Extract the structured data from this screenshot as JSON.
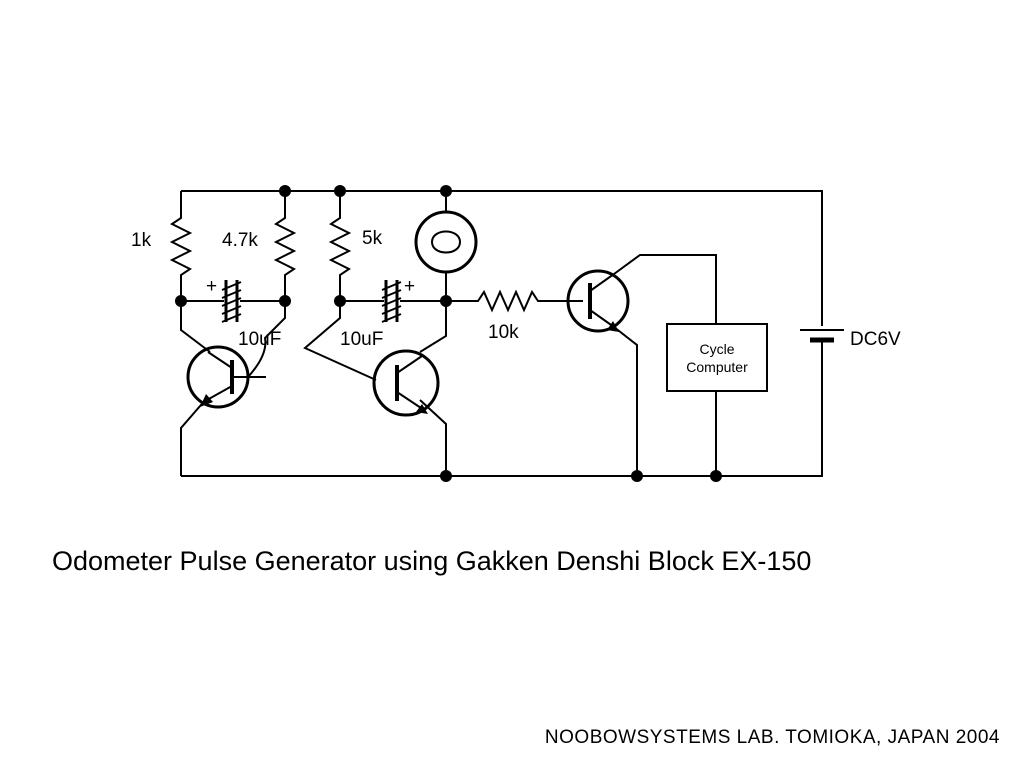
{
  "components": {
    "r1": "1k",
    "r2": "4.7k",
    "r3": "5k",
    "r4": "10k",
    "c1": "10uF",
    "c2": "10uF",
    "cap_polarity": "+",
    "battery": "DC6V",
    "block_line1": "Cycle",
    "block_line2": "Computer"
  },
  "caption": "Odometer Pulse Generator using Gakken Denshi Block EX-150",
  "credit": "NOOBOWSYSTEMS LAB. TOMIOKA, JAPAN 2004"
}
